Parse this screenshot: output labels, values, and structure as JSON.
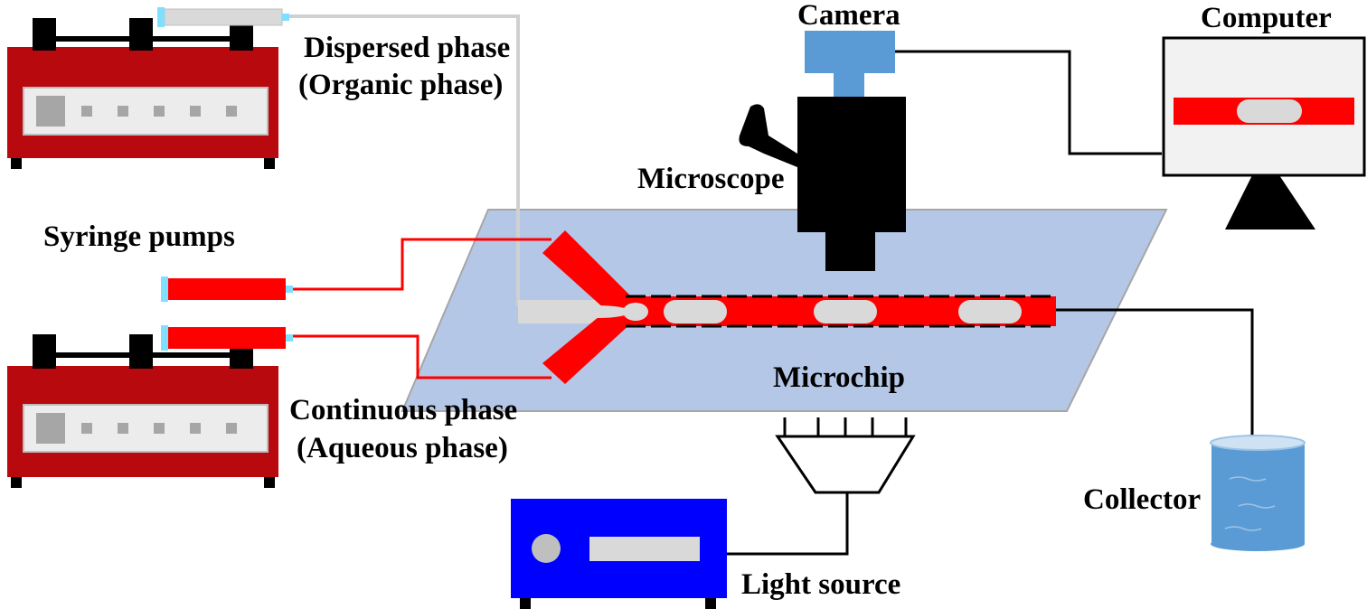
{
  "labels": {
    "camera": "Camera",
    "computer": "Computer",
    "dispersed_line1": "Dispersed phase",
    "dispersed_line2": "(Organic phase)",
    "microscope": "Microscope",
    "syringe_pumps": "Syringe pumps",
    "continuous_line1": "Continuous phase",
    "continuous_line2": "(Aqueous phase)",
    "microchip": "Microchip",
    "collector": "Collector",
    "light_source": "Light source"
  },
  "colors": {
    "pump_body": "#b8090f",
    "pump_panel": "#ececec",
    "organic_phase": "#d9d9d9",
    "aqueous_phase": "#ff0000",
    "chip": "#b4c7e7",
    "camera": "#5b9bd5",
    "light_source": "#0000ff",
    "collector_liquid": "#5b9bd5",
    "needle_tip": "#7fdfff",
    "outline": "#000000"
  },
  "icons": {
    "pumps": "syringe-pump-icon",
    "syringe": "syringe-icon",
    "camera": "camera-icon",
    "microscope": "microscope-icon",
    "computer": "computer-monitor-icon",
    "chip": "microchip-icon",
    "lamp": "lamp-icon",
    "light_source": "light-source-box-icon",
    "collector": "beaker-icon"
  }
}
